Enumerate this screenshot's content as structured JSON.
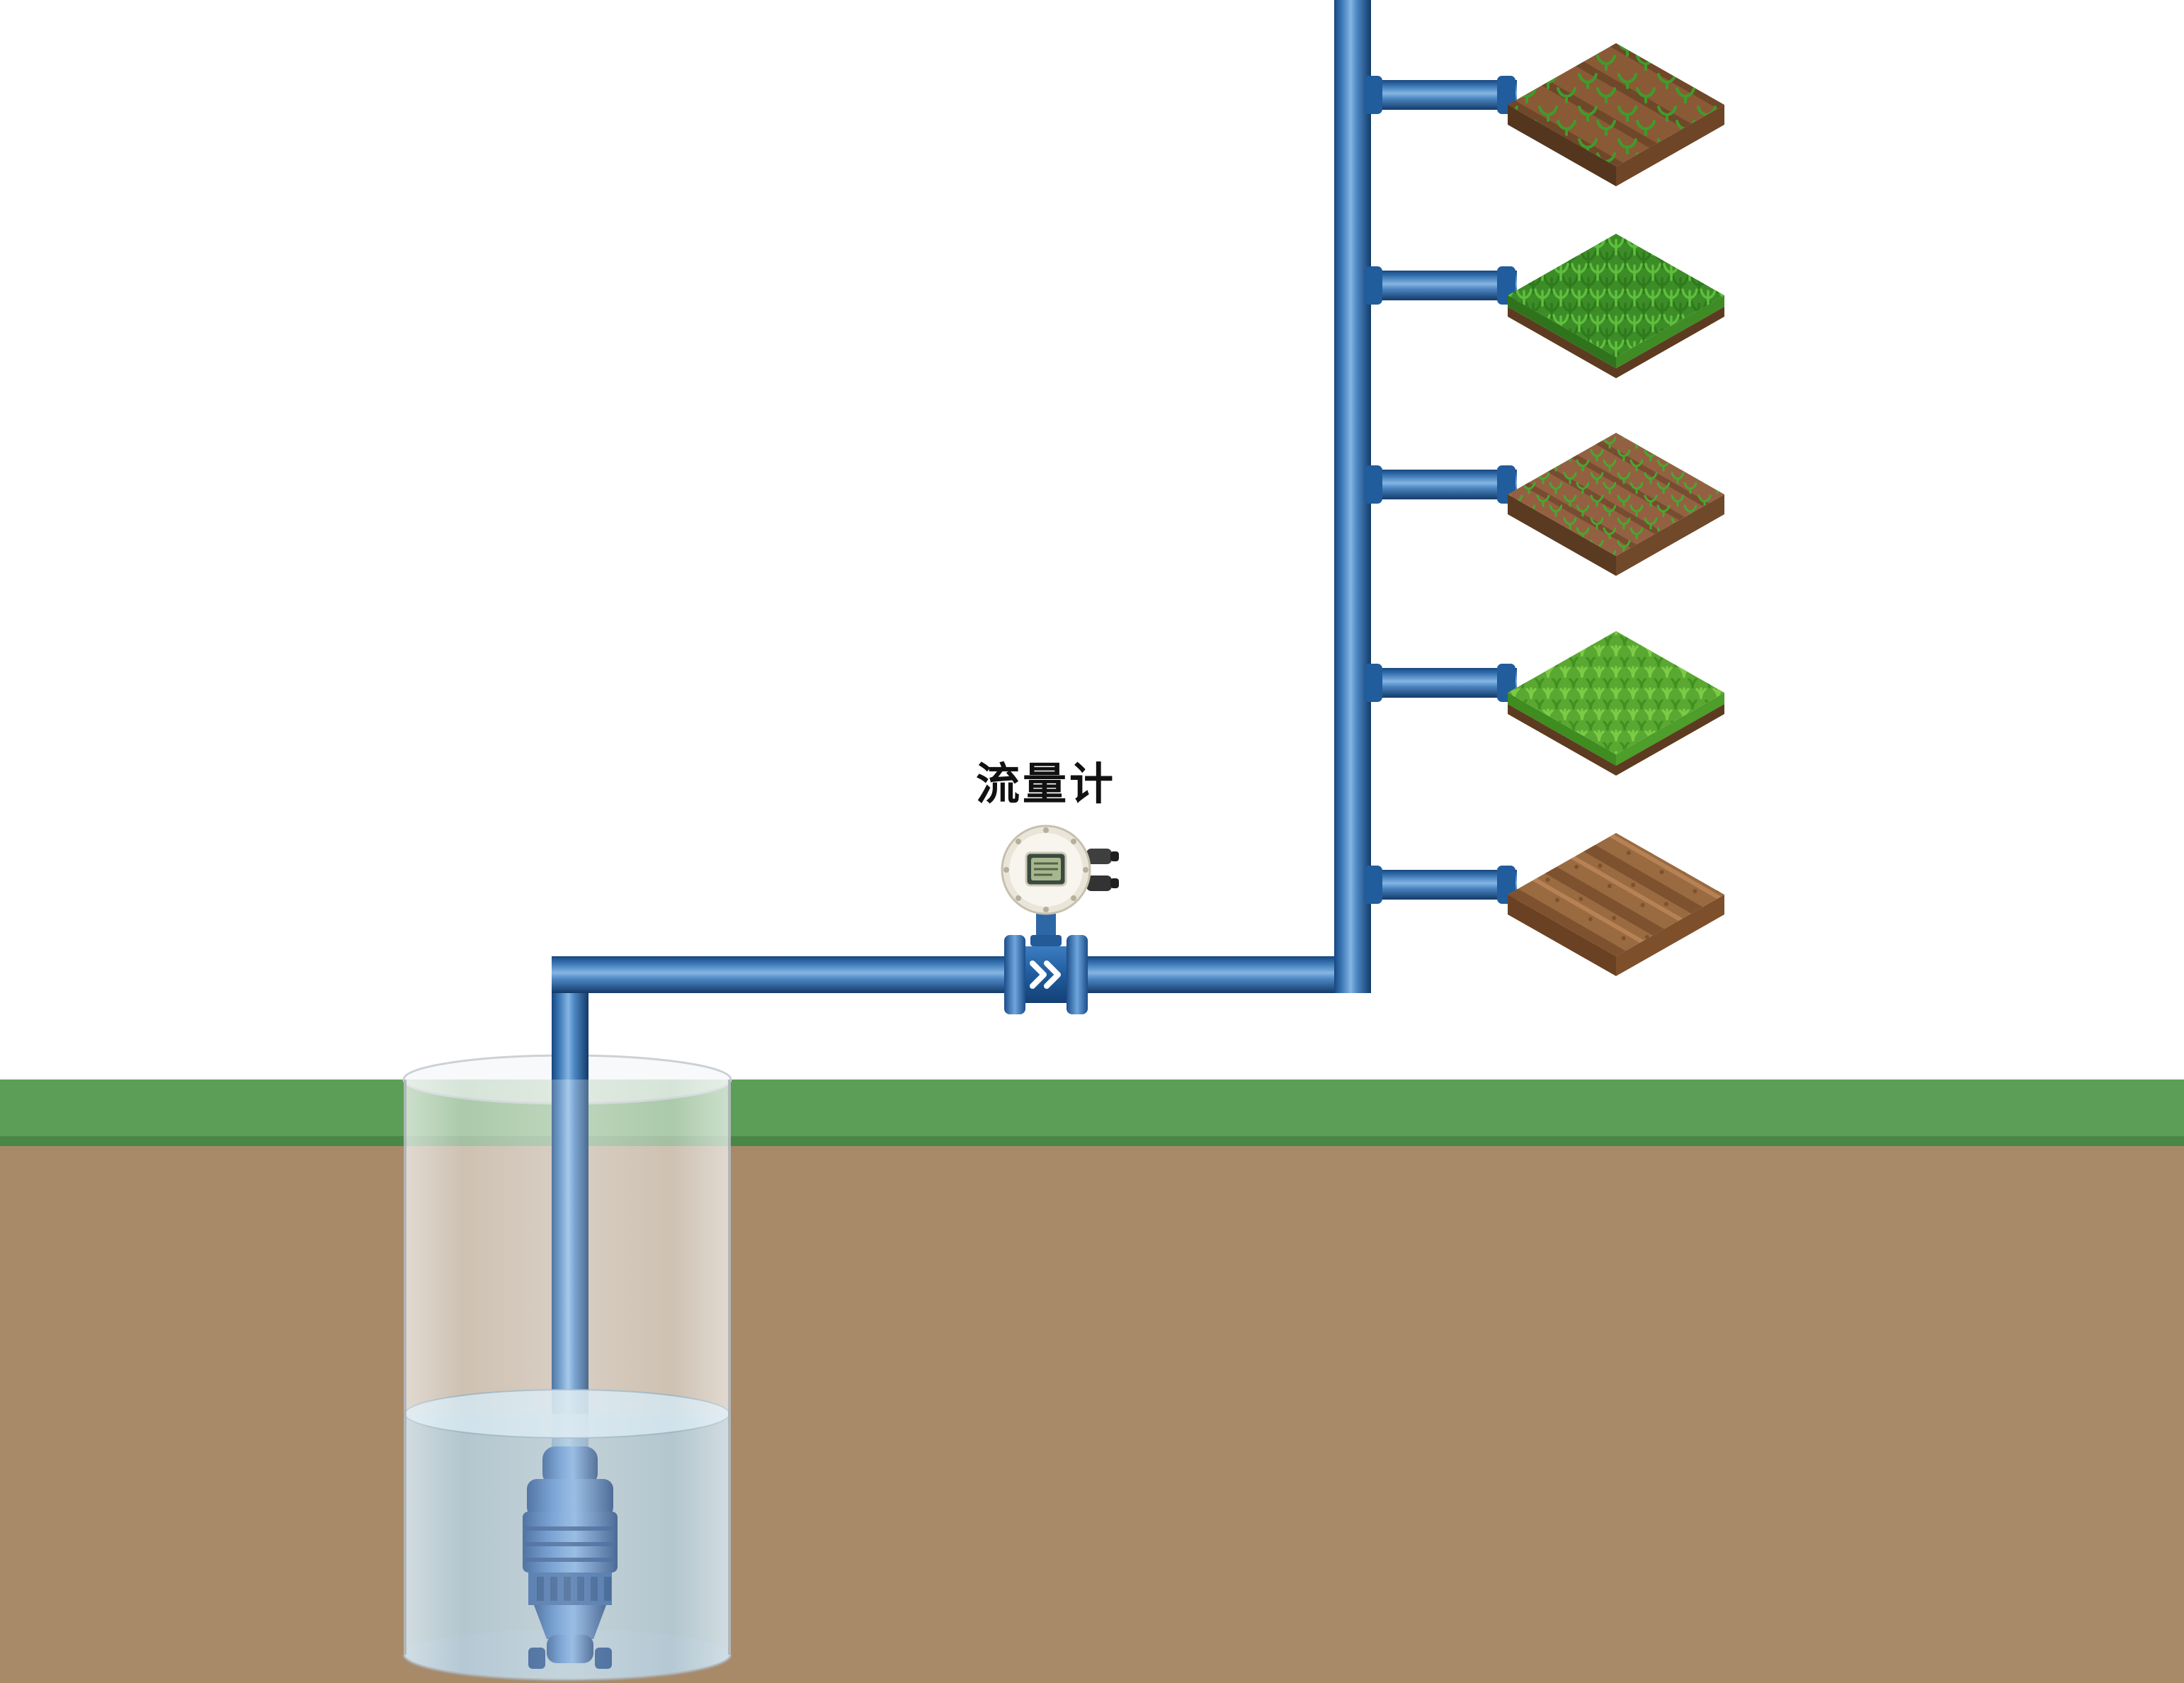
{
  "labels": {
    "flow_meter": "流量计"
  },
  "scene": {
    "background": "#ffffff",
    "grass": "#5c9e57",
    "grass_edge": "#4a8746",
    "soil": "#a98a68",
    "water": "#a3c3d4",
    "water_surface": "#cfe2ec",
    "pipe": "#2b65a6",
    "pipe_collar": "#215c9c",
    "pump_body": "#4f86c6",
    "meter_head": "#f7f5ee",
    "meter_ring": "#e9e5d8",
    "meter_screen": "#a6b78d",
    "meter_screen_frame": "#3a4a40",
    "well_glass": "#eceef0"
  },
  "plots": [
    {
      "name": "seedbed-with-sprouts",
      "top": "#8a5a36",
      "side_left": "#54351d",
      "side_right": "#6e4526"
    },
    {
      "name": "young-green-crop",
      "top": "#3c8c28",
      "side_left": "#2f741c",
      "side_right": "#3f8c26",
      "base": "#5d3b20"
    },
    {
      "name": "seedling-rows",
      "top": "#936141",
      "side_left": "#5a3a20",
      "side_right": "#70482a"
    },
    {
      "name": "grass-plot",
      "top": "#5aa832",
      "side_left": "#3f8c20",
      "side_right": "#4d9e2a",
      "base": "#5d3b20"
    },
    {
      "name": "plowed-field",
      "top": "#9a6a40",
      "side_left": "#6b4123",
      "side_right": "#7e4f2b"
    }
  ]
}
